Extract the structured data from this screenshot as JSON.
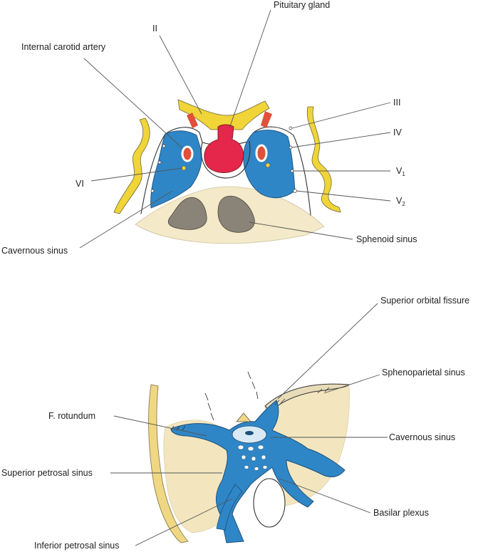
{
  "labels": {
    "pituitary": "Pituitary gland",
    "ii": "II",
    "ica": "Internal carotid artery",
    "iii": "III",
    "iv": "IV",
    "v1": "V",
    "v1_sub": "1",
    "v2": "V",
    "v2_sub": "2",
    "vi": "VI",
    "cavernous_top": "Cavernous sinus",
    "sphenoid": "Sphenoid sinus",
    "sof": "Superior orbital fissure",
    "sphenoparietal": "Sphenoparietal sinus",
    "f_rotundum": "F. rotundum",
    "cavernous_bottom": "Cavernous sinus",
    "sup_petrosal": "Superior petrosal sinus",
    "basilar": "Basilar plexus",
    "inf_petrosal": "Inferior petrosal sinus"
  },
  "colors": {
    "sinus_blue": "#2f86c6",
    "nerve_yellow": "#f0d438",
    "artery_red": "#e0503a",
    "pituitary_red": "#e4274a",
    "bone_beige": "#f4e9c8",
    "air_gray": "#8a8378"
  }
}
